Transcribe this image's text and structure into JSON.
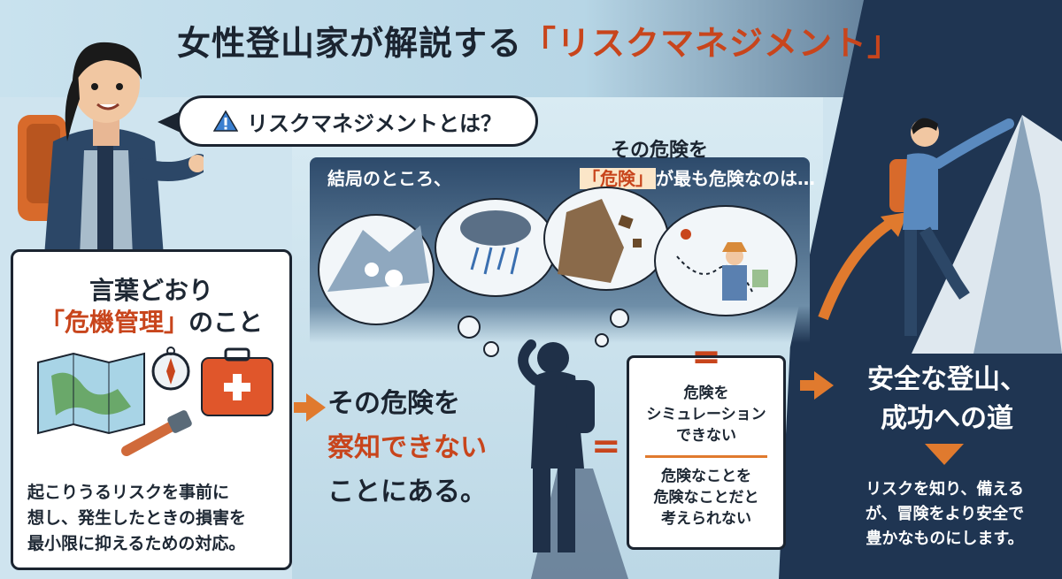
{
  "title": {
    "prefix": "女性登山家が解説する",
    "accent": "「リスクマネジメント」"
  },
  "bubble": {
    "text": "リスクマネジメントとは？",
    "icon": "warning-icon"
  },
  "left_card": {
    "head_line1": "言葉どおり",
    "head_line2_red": "「危機管理」",
    "head_line2_rest": "のこと",
    "body": [
      "起こりうるリスクを事前に",
      "想し、発生したときの損害を",
      "最小限に抑えるための対応。"
    ],
    "icons": [
      "map-icon",
      "compass-icon",
      "first-aid-kit-icon",
      "headlamp-icon"
    ]
  },
  "thought": {
    "label_left": "結局のところ、",
    "caption_line1": "その危険を",
    "caption_tag": "「危険」",
    "caption_rest": "が最も危険なのは…",
    "icons": [
      "avalanche-icon",
      "storm-cloud-icon",
      "rockfall-icon",
      "lost-hiker-icon"
    ]
  },
  "middle": {
    "line1": "その危険を",
    "line2_red": "察知できない",
    "line3": "ことにある。"
  },
  "equals_sign": "=",
  "right_card": {
    "equals": "=",
    "block1": [
      "危険を",
      "シミュレーション",
      "できない"
    ],
    "block2": [
      "危険なことを",
      "危険なことだと",
      "考えられない"
    ]
  },
  "right": {
    "head": [
      "安全な登山、",
      "成功への道"
    ],
    "body": [
      "リスクを知り、備える",
      "が、冒険をより安全で",
      "豊かなものにします。"
    ]
  },
  "colors": {
    "accent": "#c8451c",
    "arrow": "#e07a2e",
    "navy": "#1f3552"
  }
}
